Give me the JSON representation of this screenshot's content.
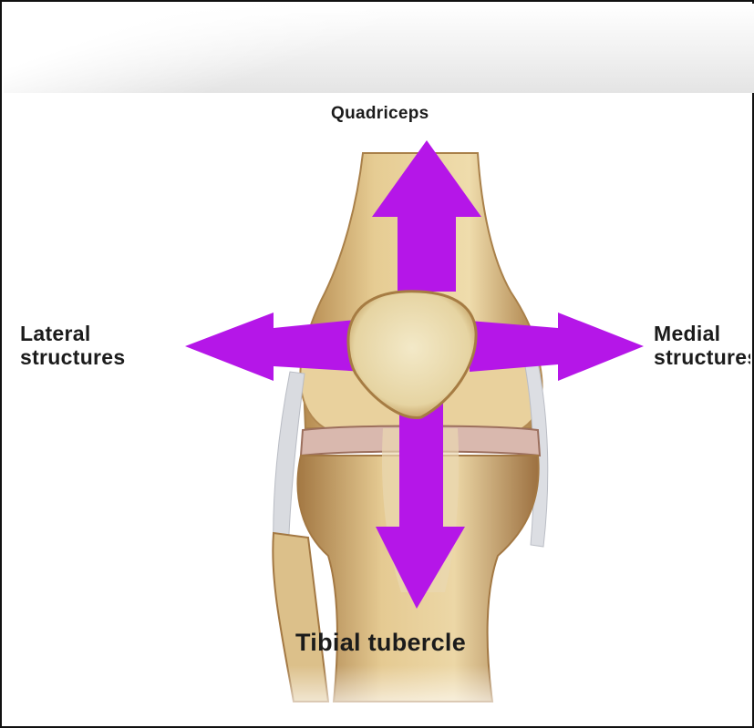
{
  "labels": {
    "top": "Quadriceps",
    "left_line1": "Lateral",
    "left_line2": "structures",
    "right_line1": "Medial",
    "right_line2": "structures",
    "bottom": "Tibial tubercle"
  },
  "colors": {
    "arrow": "#b516e8",
    "bone": "#e8cf98",
    "bone_shadow": "#b98f55",
    "patella": "#efe3bf",
    "meniscus": "#d9b7b0",
    "ligament": "#d7d9de"
  }
}
